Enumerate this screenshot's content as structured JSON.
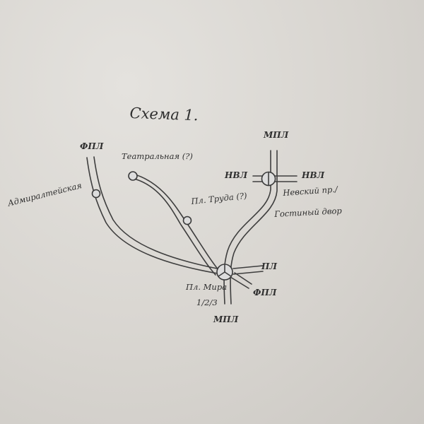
{
  "title": "Схема 1.",
  "line_labels": {
    "fpl_top": "ФПЛ",
    "mpl_top": "МПЛ",
    "nvl_left": "НВЛ",
    "nvl_right": "НВЛ",
    "pl_right": "ПЛ",
    "fpl_bottom": "ФПЛ",
    "mpl_bottom": "МПЛ"
  },
  "stations": {
    "admiralteyskaya": "Адмиралтейская",
    "teatralnaya": "Театральная (?)",
    "pl_truda": "Пл. Труда (?)",
    "nevsky_line1": "Невский пр./",
    "nevsky_line2": "Гостиный двор",
    "pl_mira_line1": "Пл. Мира",
    "pl_mira_line2": "1/2/3"
  },
  "colors": {
    "ink": "#3a3a3a",
    "paper": "#d9d6d1"
  }
}
